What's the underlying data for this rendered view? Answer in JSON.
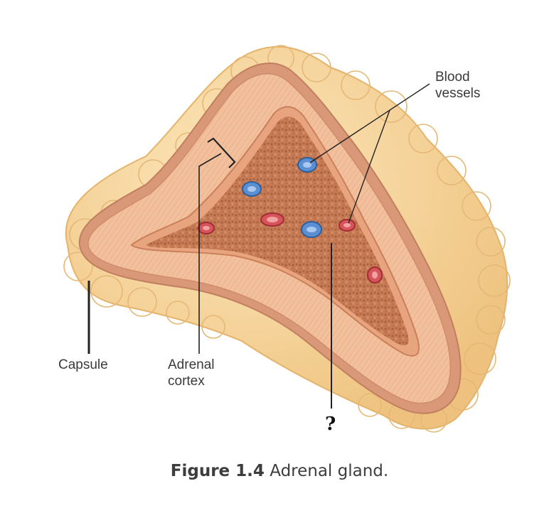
{
  "labels": {
    "blood_vessels_line1": "Blood",
    "blood_vessels_line2": "vessels",
    "capsule": "Capsule",
    "adrenal_cortex_line1": "Adrenal",
    "adrenal_cortex_line2": "cortex",
    "unknown_layer": "?"
  },
  "caption": {
    "figure": "Figure 1.4",
    "text": " Adrenal gland."
  },
  "colors": {
    "fat": "#f7d69a",
    "capsule": "#d99877",
    "cortex": "#f0bc98",
    "medulla": "#c9805a",
    "vein": "#5b8fd1",
    "artery": "#d9545a",
    "leader": "#222222"
  }
}
